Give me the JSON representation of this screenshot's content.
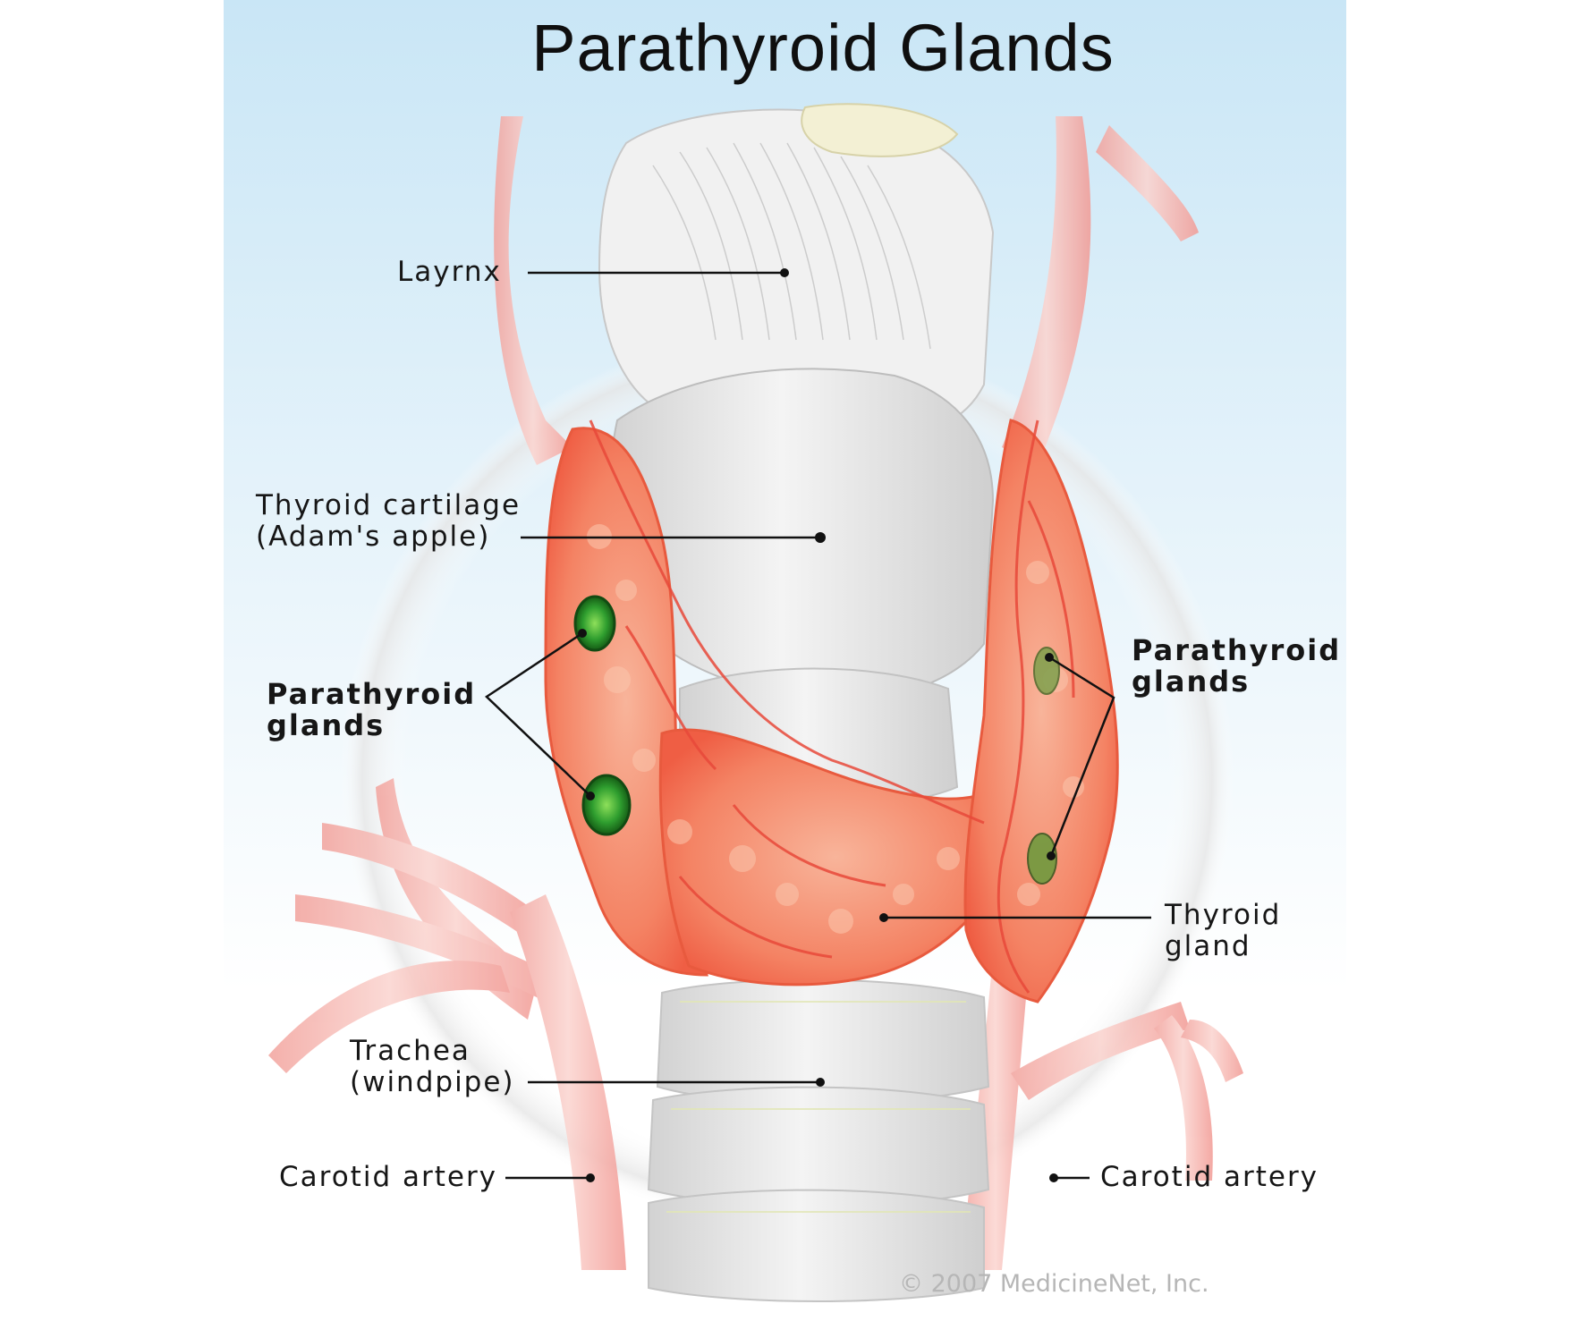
{
  "title": "Parathyroid Glands",
  "labels": {
    "larynx": "Layrnx",
    "thyroid_cartilage": [
      "Thyroid cartilage",
      "(Adam's apple)"
    ],
    "parathyroid_left": [
      "Parathyroid",
      "glands"
    ],
    "parathyroid_right": [
      "Parathyroid",
      "glands"
    ],
    "thyroid_gland": [
      "Thyroid",
      "gland"
    ],
    "trachea": [
      "Trachea",
      "(windpipe)"
    ],
    "carotid_left": "Carotid artery",
    "carotid_right": "Carotid artery"
  },
  "copyright": "© 2007 MedicineNet, Inc.",
  "colors": {
    "sky": "#cfe8f6",
    "thyroid": "#f27258",
    "parathyroid": "#3aa53a",
    "artery": "#f4a5a0",
    "cartilage": "#e3e3e3",
    "leader_line": "#111111"
  }
}
